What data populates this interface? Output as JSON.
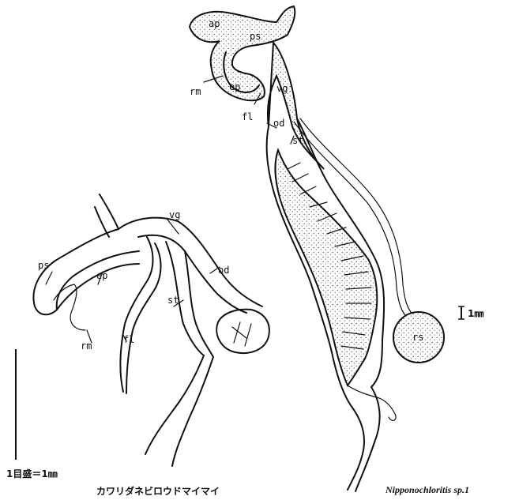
{
  "specimen_left": {
    "labels": {
      "vg": "vg",
      "ps": "ps",
      "ep": "ep",
      "od": "od",
      "st": "st",
      "rm": "rm",
      "fl": "fl"
    },
    "caption": "カワリダネビロウドマイマイ"
  },
  "specimen_right": {
    "labels": {
      "ap": "ap",
      "ps": "ps",
      "ep": "ep",
      "rm": "rm",
      "vg": "vg",
      "fl": "fl",
      "od": "od",
      "st": "st",
      "rs": "rs"
    },
    "caption": "Nipponochloritis sp.1"
  },
  "scale_left": {
    "text": "1目盛＝1㎜"
  },
  "scale_right": {
    "text": "1㎜"
  }
}
